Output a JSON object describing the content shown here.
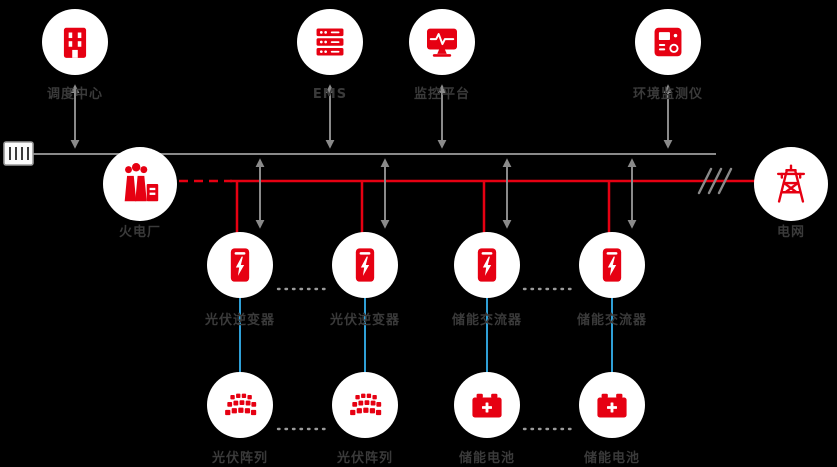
{
  "diagram": {
    "background": "#000000",
    "colors": {
      "primary_red": "#e60012",
      "bus_gray": "#8a8a8a",
      "link_blue": "#2f9fd6",
      "label_text": "#3a3a3a",
      "node_circle": "#ffffff"
    },
    "top_nodes": [
      {
        "label": "调度中心",
        "icon": "building-icon"
      },
      {
        "label": "EMS",
        "icon": "server-icon"
      },
      {
        "label": "监控平台",
        "icon": "monitor-pulse-icon"
      },
      {
        "label": "环境监测仪",
        "icon": "meter-device-icon"
      }
    ],
    "source_nodes": [
      {
        "label": "火电厂",
        "icon": "power-plant-icon"
      },
      {
        "label": "电网",
        "icon": "transmission-tower-icon"
      }
    ],
    "converter_nodes": [
      {
        "label": "光伏逆变器",
        "icon": "inverter-icon"
      },
      {
        "label": "光伏逆变器",
        "icon": "inverter-icon"
      },
      {
        "label": "储能交流器",
        "icon": "inverter-icon"
      },
      {
        "label": "储能交流器",
        "icon": "inverter-icon"
      }
    ],
    "bottom_nodes": [
      {
        "label": "光伏阵列",
        "icon": "solar-array-icon"
      },
      {
        "label": "光伏阵列",
        "icon": "solar-array-icon"
      },
      {
        "label": "储能电池",
        "icon": "battery-icon"
      },
      {
        "label": "储能电池",
        "icon": "battery-icon"
      }
    ],
    "edge_device": {
      "icon": "data-collector-icon"
    }
  }
}
